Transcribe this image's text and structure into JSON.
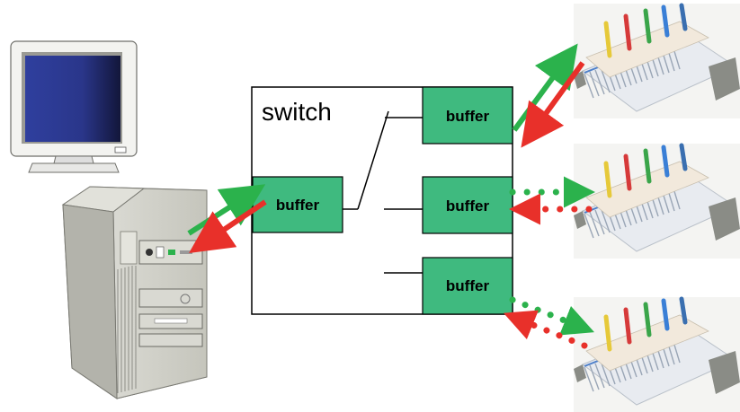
{
  "switch": {
    "label": "switch",
    "line_color": "#000000",
    "fill": "#ffffff"
  },
  "buffers": {
    "fill": "#3fba7f",
    "stroke": "#000000",
    "items": [
      {
        "id": "input-buffer",
        "label": "buffer"
      },
      {
        "id": "output-buffer-top",
        "label": "buffer"
      },
      {
        "id": "output-buffer-middle",
        "label": "buffer"
      },
      {
        "id": "output-buffer-bottom",
        "label": "buffer"
      }
    ]
  },
  "arrows": {
    "green": "#2bb24c",
    "red": "#e8302a",
    "links": [
      {
        "id": "pc-link",
        "style": "solid"
      },
      {
        "id": "device-top-link",
        "style": "solid"
      },
      {
        "id": "device-middle-link",
        "style": "dotted"
      },
      {
        "id": "device-bottom-link",
        "style": "dotted"
      }
    ]
  },
  "icons": {
    "computer": [
      "monitor-icon",
      "tower-pc-icon"
    ],
    "devices": [
      "terminal-block-icon",
      "terminal-block-icon",
      "terminal-block-icon"
    ]
  },
  "terminal_colors": [
    "#e6c93a",
    "#d63a3a",
    "#3aa54a",
    "#3a7fd6",
    "#3a6fb0"
  ]
}
